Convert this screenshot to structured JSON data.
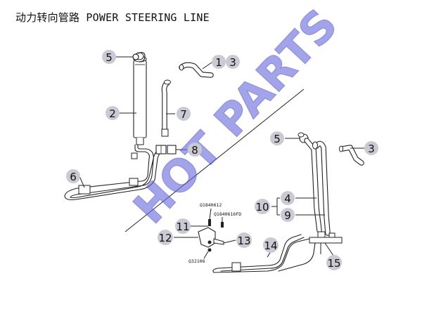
{
  "title": "动力转向管路 POWER STEERING LINE",
  "watermark": "HOT PARTS",
  "callouts": {
    "c1": "1",
    "c2": "2",
    "c3a": "3",
    "c3b": "3",
    "c4": "4",
    "c5a": "5",
    "c5b": "5",
    "c6": "6",
    "c7": "7",
    "c8": "8",
    "c9": "9",
    "c10": "10",
    "c11": "11",
    "c12": "12",
    "c13": "13",
    "c14": "14",
    "c15": "15"
  },
  "part_numbers": {
    "bolt_a": "Q1840612",
    "bolt_b": "Q1840616FD",
    "nut": "Q32106"
  },
  "colors": {
    "watermark": "#6b6bdc",
    "callout_fill": "#c9cad3",
    "line": "#222222"
  }
}
